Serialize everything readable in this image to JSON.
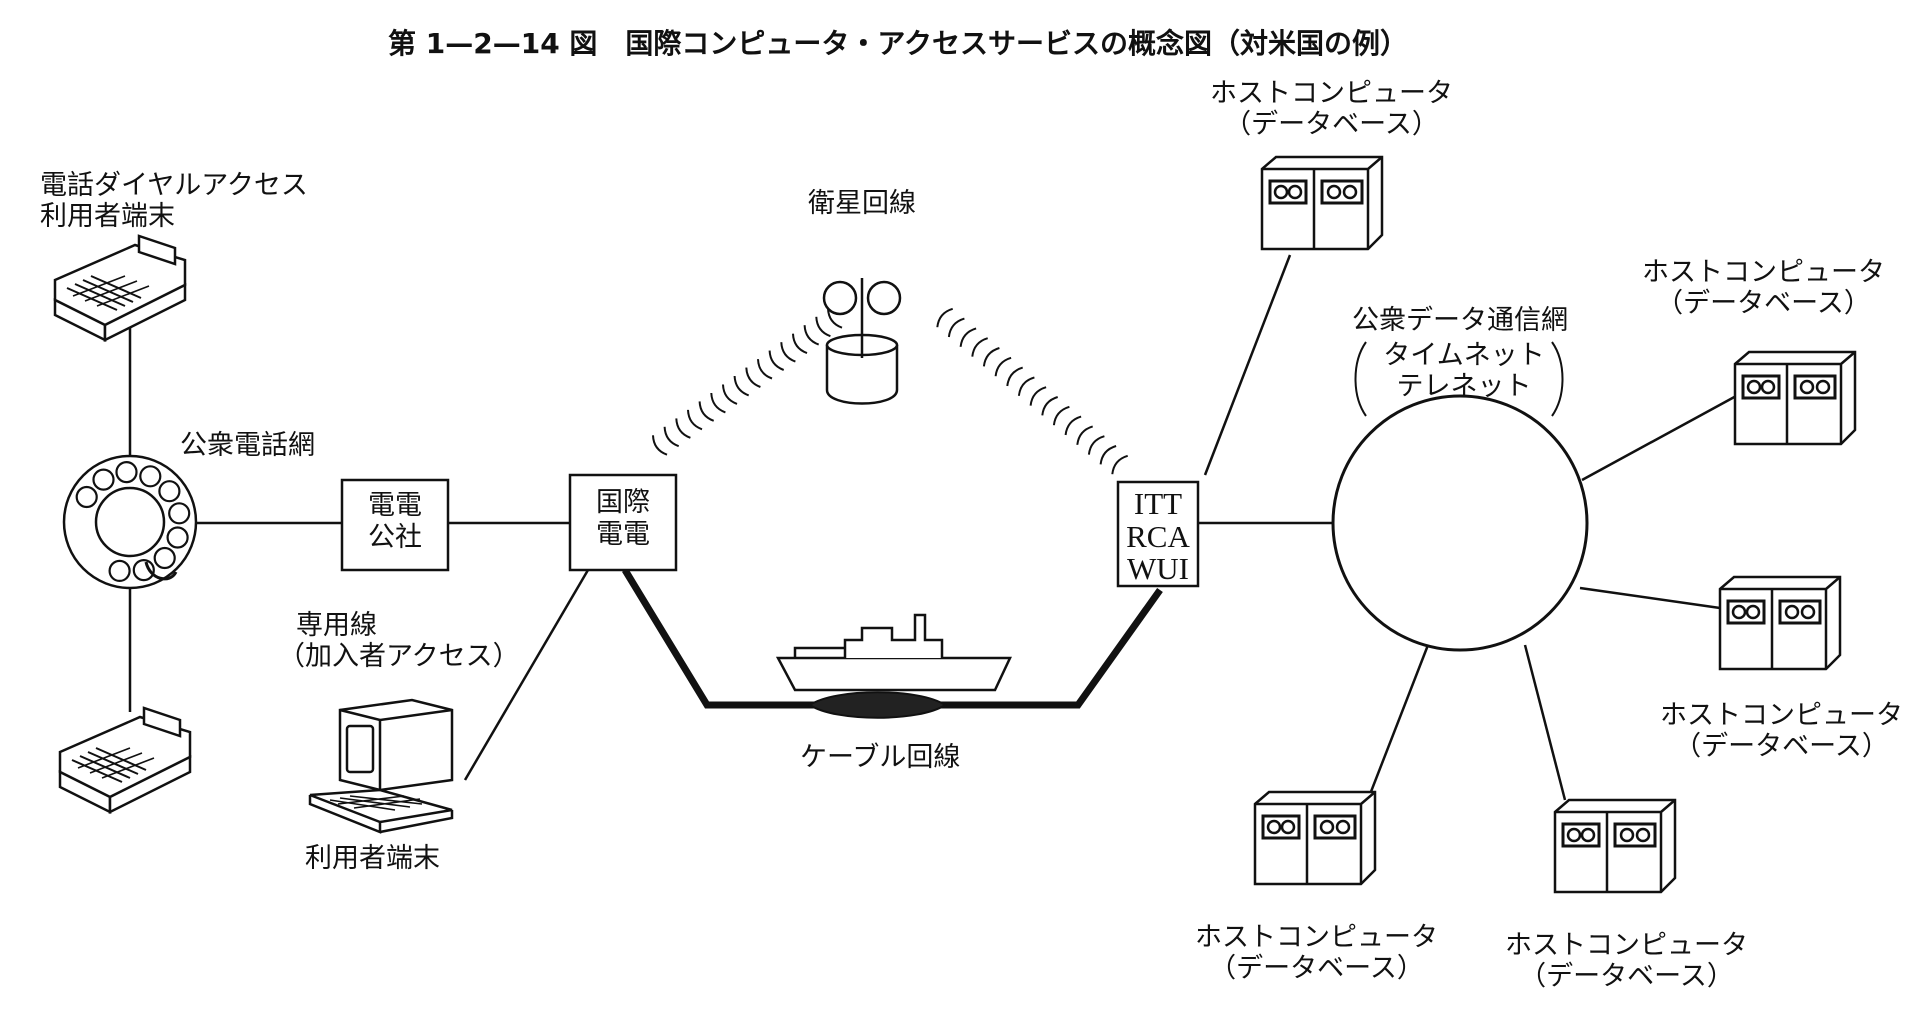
{
  "title": "第 1—2—14 図　国際コンピュータ・アクセスサービスの概念図（対米国の例）",
  "labels": {
    "dial_user": [
      "電話ダイヤルアクセス",
      "利用者端末"
    ],
    "public_phone_net": "公衆電話網",
    "ntt_box": [
      "電電",
      "公社"
    ],
    "kdd_box": [
      "国際",
      "電電"
    ],
    "leased_line": [
      "専用線",
      "（加入者アクセス）"
    ],
    "user_terminal": "利用者端末",
    "satellite": "衛星回線",
    "cable": "ケーブル回線",
    "carriers_box": [
      "ITT",
      "RCA",
      "WUI"
    ],
    "public_data_net": "公衆データ通信網",
    "data_net_names": [
      "タイムネット",
      "テレネット"
    ],
    "host": [
      "ホストコンピュータ",
      "（データベース）"
    ]
  },
  "icons": {
    "terminal": "teleprinter-icon",
    "phone": "rotary-phone-icon",
    "computer": "computer-terminal-icon",
    "earth_station": "satellite-earth-station-icon",
    "ship": "cable-ship-icon",
    "host": "host-computer-icon"
  },
  "colors": {
    "ink": "#111111",
    "paper": "#ffffff"
  }
}
